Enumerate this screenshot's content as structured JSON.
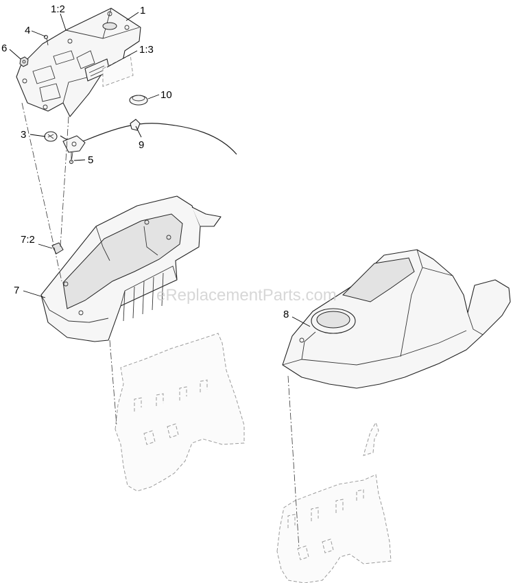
{
  "callouts": {
    "c1": "1",
    "c1_2": "1:2",
    "c1_3": "1:3",
    "c3": "3",
    "c4": "4",
    "c5": "5",
    "c6": "6",
    "c7": "7",
    "c7_2": "7:2",
    "c8": "8",
    "c9": "9",
    "c10": "10"
  },
  "watermark": "eReplacementParts.com"
}
